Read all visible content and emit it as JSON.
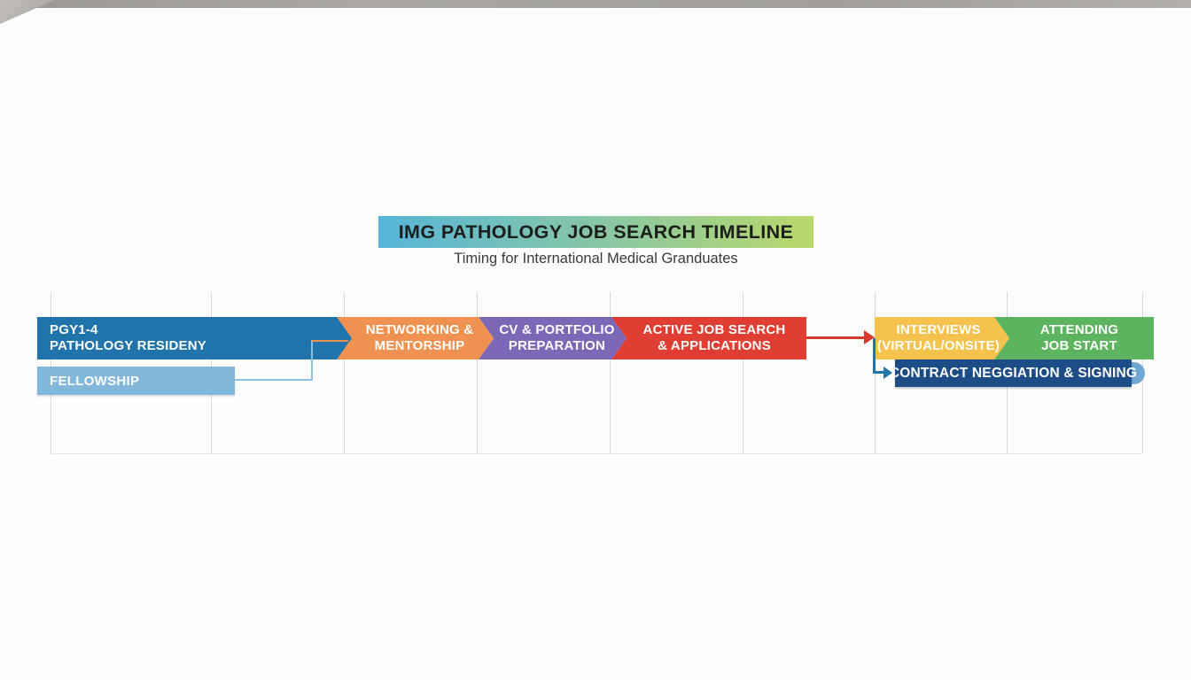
{
  "header": {
    "title": "IMG PATHOLOGY JOB SEARCH TIMELINE",
    "subtitle": "Timing for International Medical Granduates",
    "title_gradient_start": "#56b5d9",
    "title_gradient_end": "#b9d96a",
    "title_text_color": "#1d1d1b"
  },
  "timeline": {
    "grid_line_color": "#d9d9d9",
    "bars": {
      "residency": {
        "line1": "PGY1-4",
        "line2": "PATHOLOGY RESIDENY",
        "color": "#2173ab"
      },
      "fellowship": {
        "label": "FELLOWSHIP",
        "color": "#82b7dc"
      },
      "networking": {
        "line1": "NETWORKING &",
        "line2": "MENTORSHIP",
        "color": "#ef9251"
      },
      "cv_portfolio": {
        "line1": "CV & PORTFOLIO",
        "line2": "PREPARATION",
        "color": "#7c68b6"
      },
      "job_search": {
        "line1": "ACTIVE JOB SEARCH",
        "line2": "& APPLICATIONS",
        "color": "#e03d33"
      },
      "interviews": {
        "line1": "INTERVIEWS",
        "line2": "(VIRTUAL/ONSITE)",
        "color": "#f6c24e"
      },
      "attending": {
        "line1": "ATTENDING",
        "line2": "JOB START",
        "color": "#5cb55e"
      },
      "contract": {
        "label": "CONTRACT NEGGIATION & SIGNING",
        "color": "#1d4d87"
      }
    },
    "connectors": {
      "fellowship_to_networking_color": "#8fc0e3",
      "jobsearch_to_interviews_color": "#d63a2c",
      "interviews_to_contract_color": "#2173ab"
    }
  }
}
